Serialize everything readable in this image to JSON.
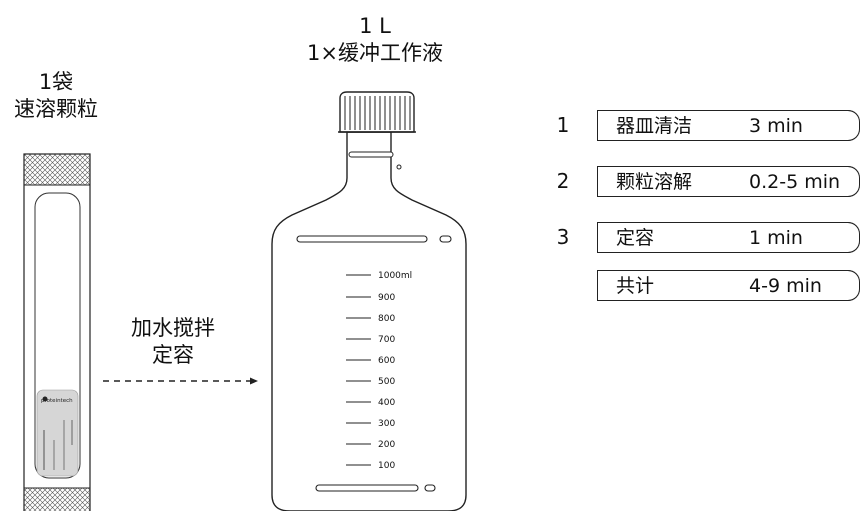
{
  "packet": {
    "label_line1": "1袋",
    "label_line2": "速溶颗粒",
    "brand": "proteintech"
  },
  "bottle": {
    "label_line1": "1 L",
    "label_line2": "1×缓冲工作液",
    "graduations": [
      "1000ml",
      "900",
      "800",
      "700",
      "600",
      "500",
      "400",
      "300",
      "200",
      "100"
    ]
  },
  "action": {
    "line1": "加水搅拌",
    "line2": "定容"
  },
  "steps": [
    {
      "number": "1",
      "name": "器皿清洁",
      "time": "3 min"
    },
    {
      "number": "2",
      "name": "颗粒溶解",
      "time": "0.2-5 min"
    },
    {
      "number": "3",
      "name": "定容",
      "time": "1 min"
    },
    {
      "number": "",
      "name": "共计",
      "time": "4-9 min"
    }
  ]
}
